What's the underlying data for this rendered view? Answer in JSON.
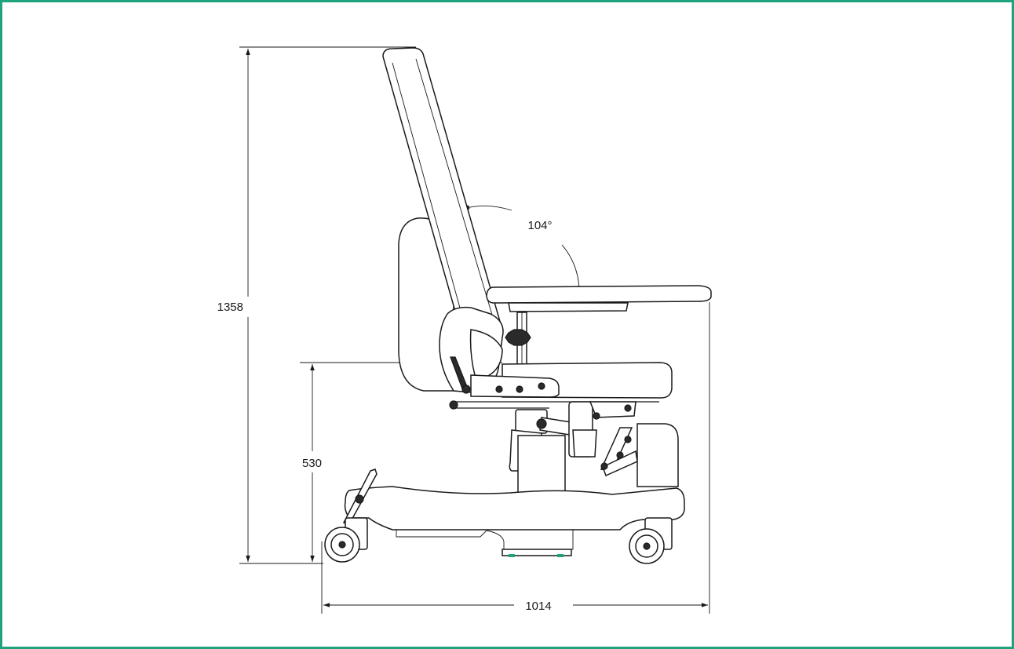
{
  "dimensions": {
    "total_height": "1358",
    "seat_height": "530",
    "total_length": "1014",
    "backrest_angle": "104°"
  },
  "colors": {
    "frame_border": "#1fa37f",
    "line": "#1a1a1a"
  }
}
